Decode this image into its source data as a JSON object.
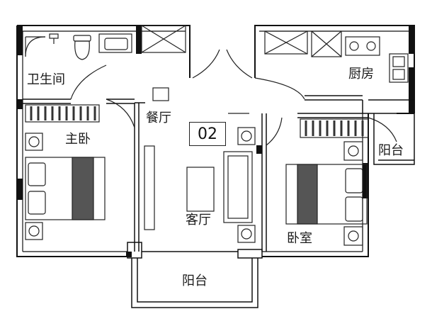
{
  "plan": {
    "unit_number": "02",
    "rooms": {
      "bathroom": "卫生间",
      "kitchen": "厨房",
      "dining": "餐厅",
      "master_bedroom": "主卧",
      "living_room": "客厅",
      "bedroom": "卧室",
      "balcony_right": "阳台",
      "balcony_bottom": "阳台"
    }
  }
}
